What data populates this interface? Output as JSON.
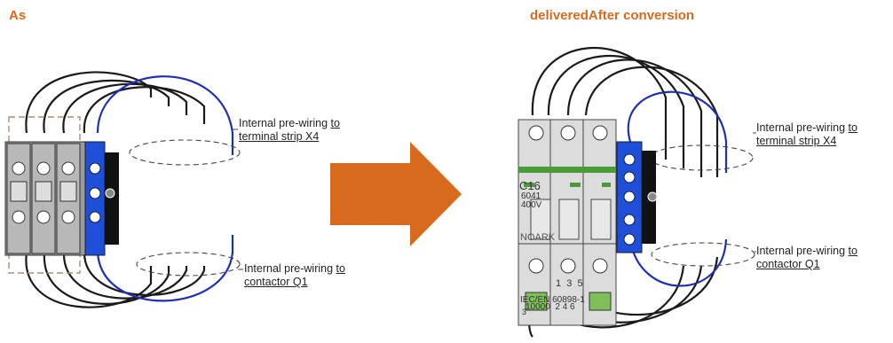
{
  "headings": {
    "left": "As",
    "right": "deliveredAfter conversion"
  },
  "labels": {
    "left_top": {
      "line1": "Internal pre-wiring ",
      "line1_u": "to",
      "line2": "terminal strip X4"
    },
    "left_bottom": {
      "line1": "Internal pre-wiring ",
      "line1_u": "to",
      "line2": "contactor Q1"
    },
    "right_top": {
      "line1": "Internal pre-wiring ",
      "line1_u": "to",
      "line2": "terminal strip X4"
    },
    "right_bottom": {
      "line1": "Internal pre-wiring ",
      "line1_u": "to",
      "line2": "contactor Q1"
    }
  },
  "breaker": {
    "rating": "C16",
    "code": "6041",
    "voltage": "400V",
    "brand": "NOARK",
    "terminals_bottom": "1  3  5",
    "standard": "IEC/EN 60898-1",
    "standard_sub": "10000  2 4 6",
    "standard_extra": "3"
  },
  "colors": {
    "accent": "#d86a1e",
    "wire_black": "#1a1a1a",
    "wire_blue": "#1f2fb5",
    "terminal_blue": "#1f4fd8",
    "terminal_grey": "#8a8a8a",
    "breaker_body": "#dcdcdc",
    "breaker_stripe": "#4a9a3a"
  },
  "icons": {
    "arrow": "arrow-right-icon"
  }
}
